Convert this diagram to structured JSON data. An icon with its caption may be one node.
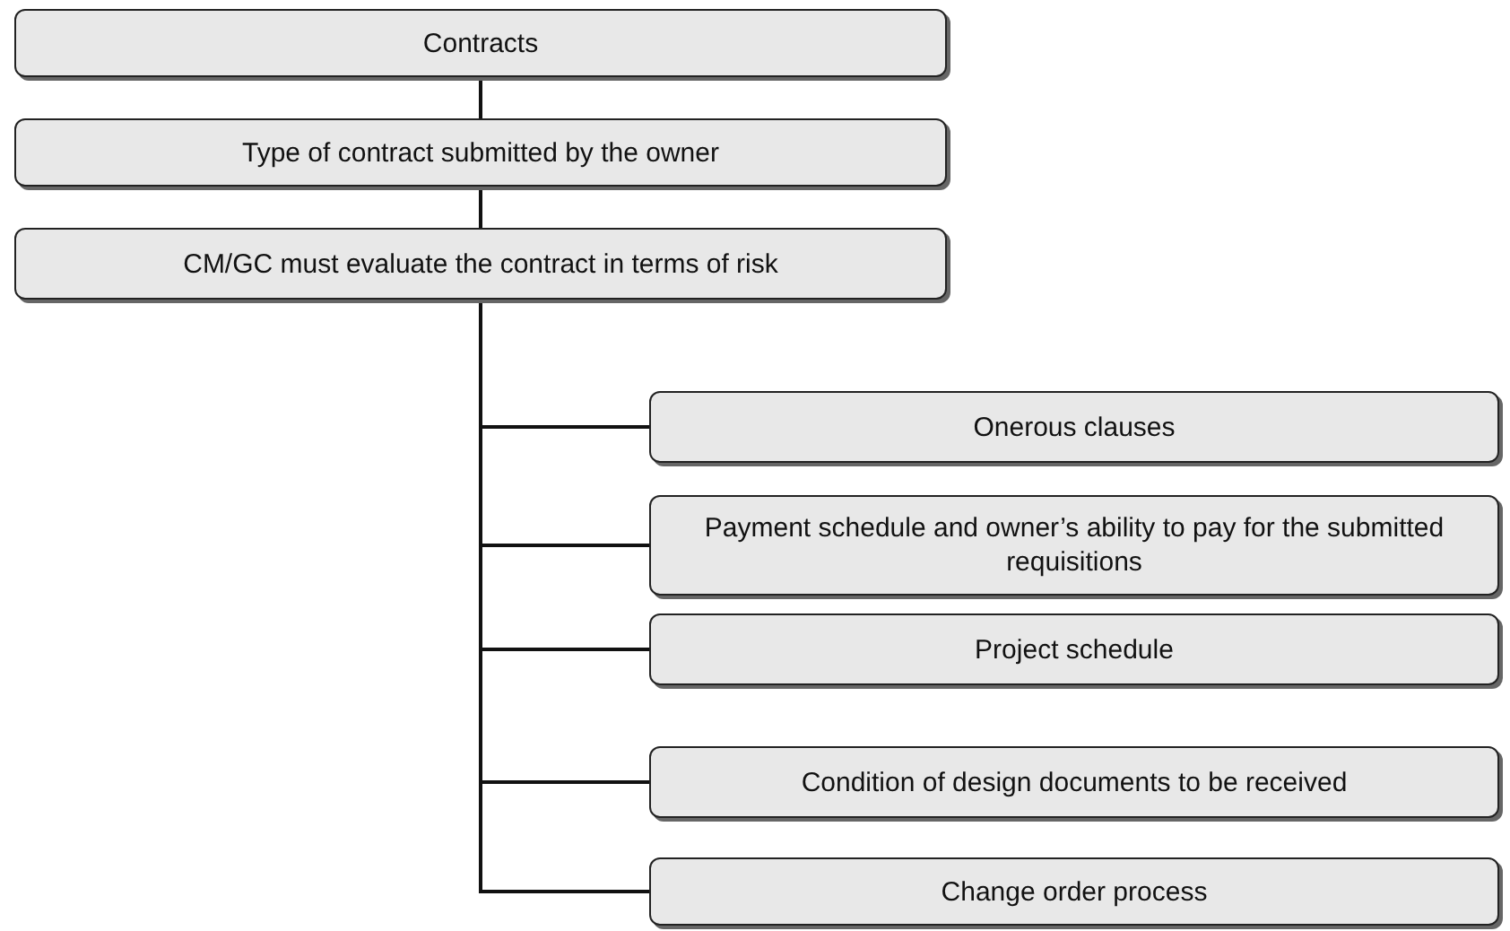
{
  "diagram": {
    "nodes": [
      {
        "text": [
          "Contracts"
        ]
      },
      {
        "text": [
          "Type of contract submitted by the owner"
        ]
      },
      {
        "text": [
          "CM/GC must evaluate the contract in terms of risk"
        ]
      },
      {
        "text": [
          "Onerous clauses"
        ]
      },
      {
        "text": [
          "Payment schedule and owner’s ability to pay for the submitted requisitions"
        ]
      },
      {
        "text": [
          "Project schedule"
        ]
      },
      {
        "text": [
          "Condition of design documents to be received"
        ]
      },
      {
        "text": [
          "Change order process"
        ]
      }
    ],
    "edges": [
      {
        "from": 0,
        "to": 1,
        "arrow": "none"
      },
      {
        "from": 1,
        "to": 2,
        "arrow": "none"
      },
      {
        "from": 2,
        "to": 3,
        "arrow": "none"
      },
      {
        "from": 2,
        "to": 4,
        "arrow": "none"
      },
      {
        "from": 2,
        "to": 5,
        "arrow": "none"
      },
      {
        "from": 2,
        "to": 6,
        "arrow": "none"
      },
      {
        "from": 2,
        "to": 7,
        "arrow": "none"
      }
    ]
  }
}
